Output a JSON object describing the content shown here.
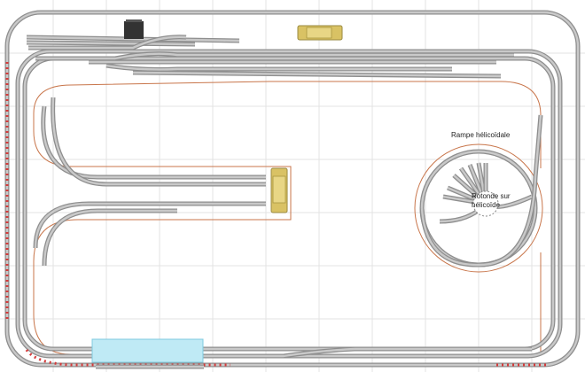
{
  "labels": {
    "ramp": "Rampe hélicoïdale",
    "turntable_line1": "Rotonde sur",
    "turntable_line2": "hélicoïde"
  },
  "colors": {
    "rail": "#8e8e8e",
    "sleepers": "#c9c9c9",
    "ramp_outline": "#c8754a",
    "grid": "#e3e3e3",
    "tunnel_marks": "#d43a3a",
    "locomotive": "#d9c264",
    "station_building": "#333333",
    "platform": "#bfeaf5"
  },
  "icons": {
    "locomotive_top": "locomotive-icon",
    "locomotive_center": "locomotive-icon",
    "station_building": "building-icon"
  }
}
